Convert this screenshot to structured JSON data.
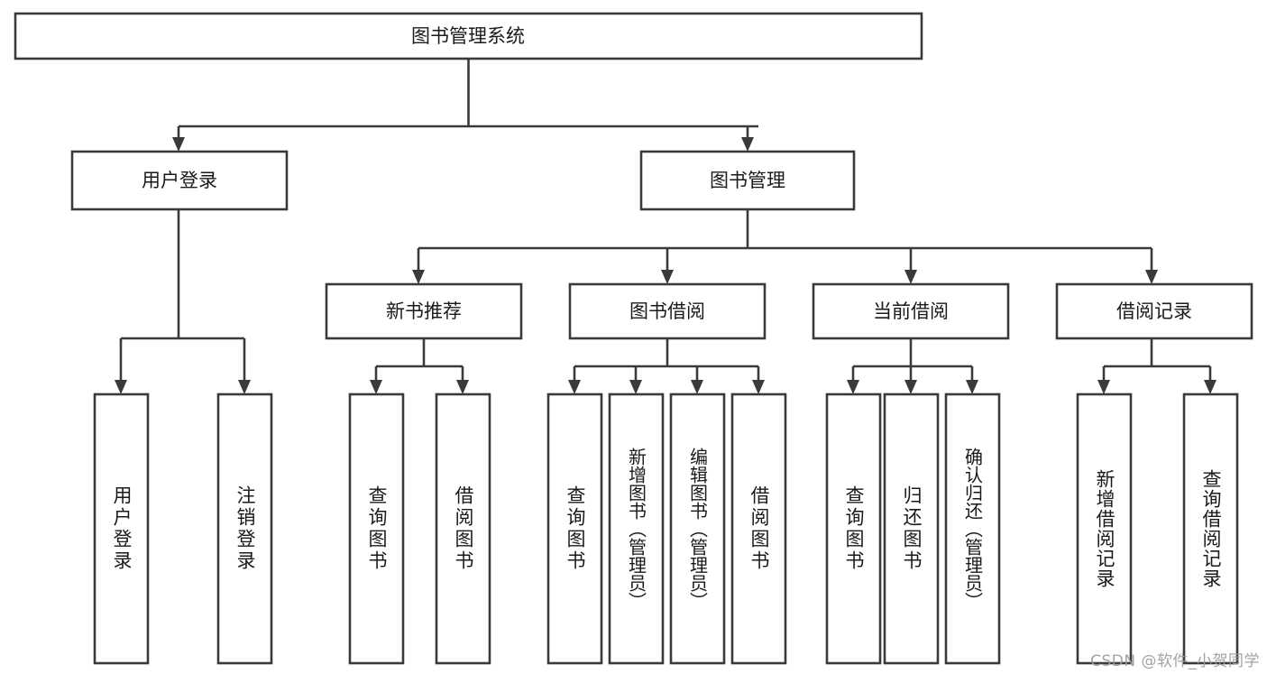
{
  "diagram": {
    "title": "图书管理系统",
    "type": "hierarchy-tree",
    "orientation": "top-down",
    "levels": 4,
    "colors": {
      "box_stroke": "#3a3a3a",
      "box_fill": "#ffffff",
      "text": "#1a1a1a",
      "connector": "#3a3a3a",
      "background": "#ffffff",
      "watermark": "#9b9b9b"
    },
    "root": {
      "id": "root",
      "label": "图书管理系统",
      "orientation": "horizontal"
    },
    "level2": [
      {
        "id": "user-login",
        "label": "用户登录",
        "orientation": "horizontal"
      },
      {
        "id": "book-manage",
        "label": "图书管理",
        "orientation": "horizontal"
      }
    ],
    "level3": [
      {
        "id": "new-book-recommend",
        "label": "新书推荐",
        "orientation": "horizontal",
        "parent": "book-manage"
      },
      {
        "id": "book-borrow",
        "label": "图书借阅",
        "orientation": "horizontal",
        "parent": "book-manage"
      },
      {
        "id": "current-borrow",
        "label": "当前借阅",
        "orientation": "horizontal",
        "parent": "book-manage"
      },
      {
        "id": "borrow-record",
        "label": "借阅记录",
        "orientation": "horizontal",
        "parent": "book-manage"
      }
    ],
    "leaves": [
      {
        "id": "leaf-user-login",
        "label": "用户登录",
        "parent": "user-login",
        "orientation": "vertical"
      },
      {
        "id": "leaf-logout",
        "label": "注销登录",
        "parent": "user-login",
        "orientation": "vertical"
      },
      {
        "id": "leaf-query-book-1",
        "label": "查询图书",
        "parent": "new-book-recommend",
        "orientation": "vertical"
      },
      {
        "id": "leaf-borrow-book-1",
        "label": "借阅图书",
        "parent": "new-book-recommend",
        "orientation": "vertical"
      },
      {
        "id": "leaf-query-book-2",
        "label": "查询图书",
        "parent": "book-borrow",
        "orientation": "vertical"
      },
      {
        "id": "leaf-add-book",
        "label": "新增图书（管理员）",
        "parent": "book-borrow",
        "orientation": "vertical"
      },
      {
        "id": "leaf-edit-book",
        "label": "编辑图书（管理员）",
        "parent": "book-borrow",
        "orientation": "vertical"
      },
      {
        "id": "leaf-borrow-book-2",
        "label": "借阅图书",
        "parent": "book-borrow",
        "orientation": "vertical"
      },
      {
        "id": "leaf-query-book-3",
        "label": "查询图书",
        "parent": "current-borrow",
        "orientation": "vertical"
      },
      {
        "id": "leaf-return-book",
        "label": "归还图书",
        "parent": "current-borrow",
        "orientation": "vertical"
      },
      {
        "id": "leaf-confirm-return",
        "label": "确认归还（管理员）",
        "parent": "current-borrow",
        "orientation": "vertical"
      },
      {
        "id": "leaf-add-record",
        "label": "新增借阅记录",
        "parent": "borrow-record",
        "orientation": "vertical"
      },
      {
        "id": "leaf-query-record",
        "label": "查询借阅记录",
        "parent": "borrow-record",
        "orientation": "vertical"
      }
    ],
    "watermark": "CSDN @软件_小贺同学"
  }
}
